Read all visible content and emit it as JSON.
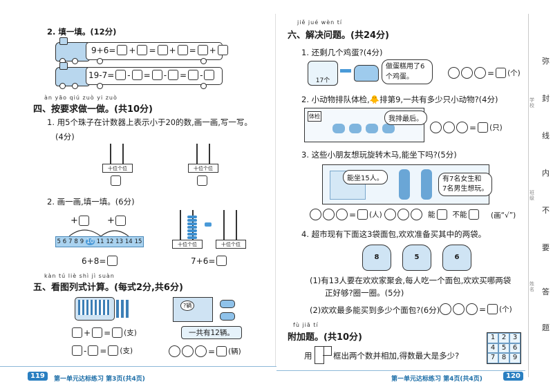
{
  "left": {
    "q2a": {
      "label": "2. 填一填。(12分)",
      "eq1": "9+6=",
      "eq2": "19-7="
    },
    "sec4": {
      "pinyin": "àn yāo qiú zuò yi zuò",
      "title": "四、按要求做一做。(共10分)",
      "q1": "1. 用5个珠子在计数器上表示小于20的数,画一画,写一写。",
      "q1_score": "(4分)",
      "abacus_label": "十位个位",
      "q2": "2. 画一画,填一填。(6分)",
      "plus_sign1": "+",
      "plus_sign2": "+",
      "numberline": [
        "5",
        "6",
        "7",
        "8",
        "9",
        "10",
        "11",
        "12",
        "13",
        "14",
        "15"
      ],
      "eq_a": "6+8=",
      "eq_b": "7+6="
    },
    "sec5": {
      "pinyin": "kàn tú liè shì jì suàn",
      "title": "五、看图列式计算。(每式2分,共6分)",
      "box_label": "?辆",
      "total_text": "一共有12辆。",
      "unit_zhi": "(支)",
      "unit_liang": "(辆)"
    },
    "footer": {
      "page": "119",
      "text": "第一单元达标练习  第3页(共4页)"
    }
  },
  "right": {
    "sec6": {
      "pinyin": "jiě jué wèn tí",
      "title": "六、解决问题。(共24分)",
      "q1": "1. 还剩几个鸡蛋?(4分)",
      "egg_count": "17个",
      "bubble1": "做蛋糕用了6个鸡蛋。",
      "unit_ge": "(个)",
      "q2": "2. 小动物排队体检,🐥排第9,一共有多少只小动物?(4分)",
      "sign": "体检",
      "bubble2": "我排最后。",
      "unit_zhi": "(只)",
      "q3": "3. 这些小朋友想玩旋转木马,能坐下吗?(5分)",
      "bubble3a": "能坐15人。",
      "bubble3b1": "有7名女生和",
      "bubble3b2": "7名男生想玩。",
      "unit_ren": "(人)",
      "can_text": "能",
      "cannot_text": "不能",
      "tick_hint": "(画“√”)",
      "q4": "4. 超市现有下面这3袋面包,欢欢准备买其中的两袋。",
      "bags": [
        "8",
        "5",
        "6"
      ],
      "q4_1a": "(1)有13人要在欢欢家聚会,每人吃一个面包,欢欢买哪两袋",
      "q4_1b": "正好够?圈一圈。(5分)",
      "q4_2": "(2)欢欢最多能买到多少个面包?(6分)"
    },
    "extra": {
      "pinyin": "fù jiā tí",
      "title": "附加题。(共10分)",
      "text_pre": "用",
      "text_post": "框出两个数并相加,得数最大是多少?",
      "grid": [
        "1",
        "2",
        "3",
        "4",
        "5",
        "6",
        "7",
        "8",
        "9"
      ]
    },
    "footer": {
      "text": "第一单元达标练习  第4页(共4页)",
      "page": "120"
    },
    "side": [
      "弥",
      "封",
      "线",
      "内",
      "不",
      "要",
      "答",
      "题"
    ],
    "side_small": [
      "学",
      "校",
      "班",
      "级",
      "姓",
      "名"
    ]
  }
}
